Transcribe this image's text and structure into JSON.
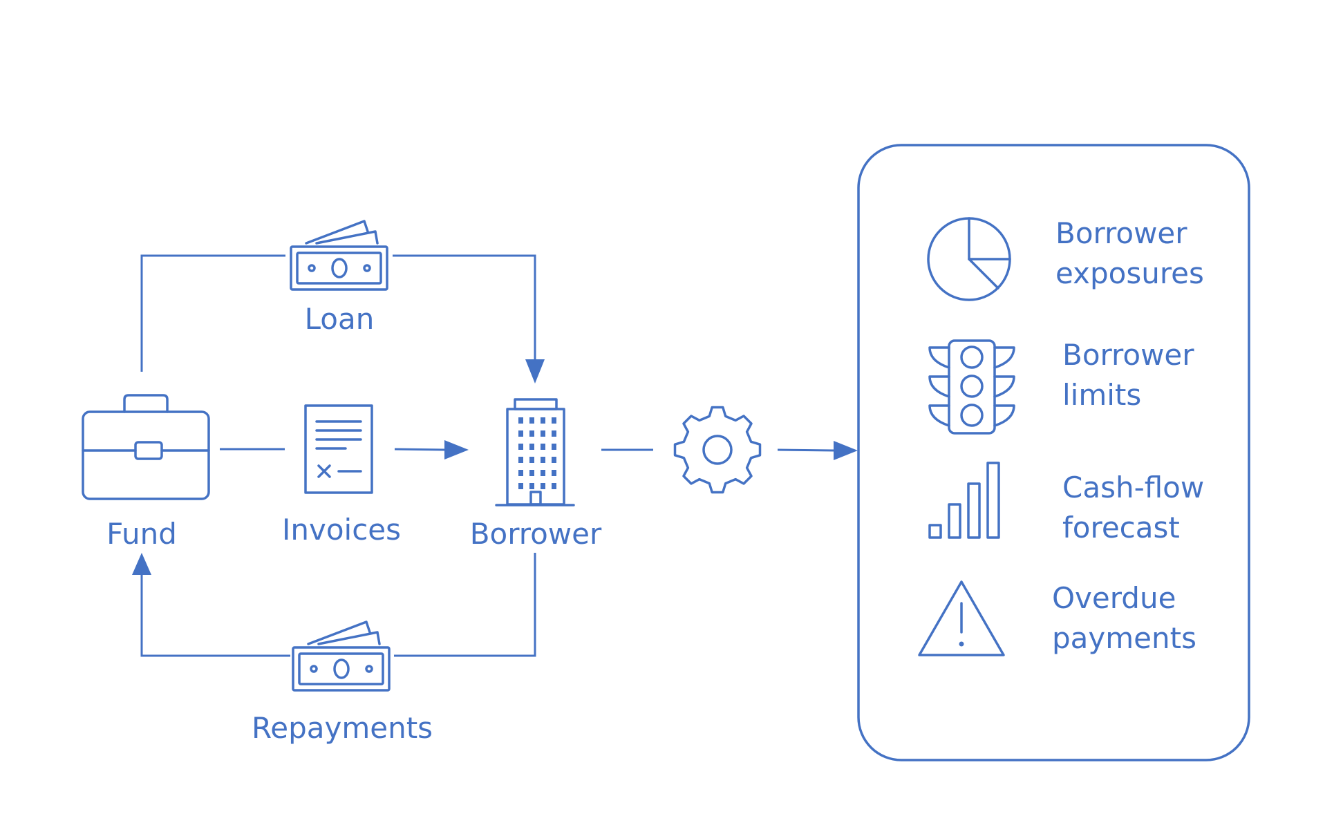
{
  "labels": {
    "fund": "Fund",
    "loan": "Loan",
    "invoices": "Invoices",
    "borrower": "Borrower",
    "repayments": "Repayments"
  },
  "outputs": [
    {
      "line1": "Borrower",
      "line2": "exposures",
      "icon": "pie-chart-icon"
    },
    {
      "line1": "Borrower",
      "line2": "limits",
      "icon": "traffic-light-icon"
    },
    {
      "line1": "Cash-flow",
      "line2": "forecast",
      "icon": "bar-chart-icon"
    },
    {
      "line1": "Overdue",
      "line2": "payments",
      "icon": "warning-icon"
    }
  ],
  "icons": {
    "fund": "briefcase-icon",
    "loan": "banknotes-icon",
    "invoices": "invoice-document-icon",
    "borrower": "office-building-icon",
    "processing": "gear-icon",
    "repayments": "banknotes-icon"
  },
  "colors": {
    "accent": "#4472C4",
    "background": "#FFFFFF"
  }
}
